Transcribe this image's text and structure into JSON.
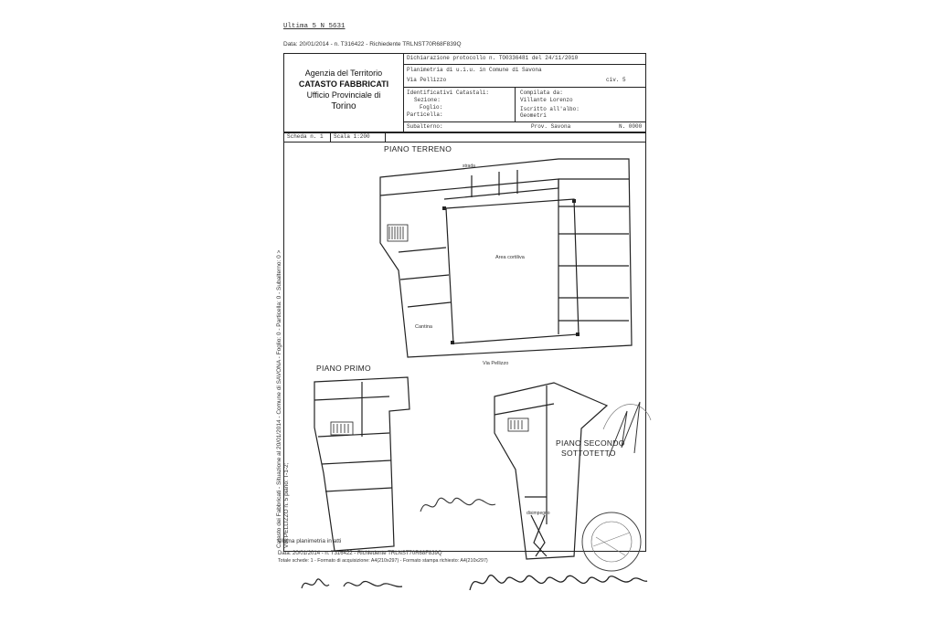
{
  "document": {
    "top_stamp_line1": "Ultima      5      N   5631",
    "top_stamp_line2": "Data: 20/01/2014 - n. T316422 - Richiedente TRLNST70R68F839Q",
    "header_office": {
      "line1": "Agenzia del Territorio",
      "line2": "CATASTO FABBRICATI",
      "line3": "Ufficio Provinciale di",
      "line4": "Torino"
    },
    "header_fields": {
      "dichiarazione": "Dichiarazione protocollo n. TO0336481  del 24/11/2010",
      "planimetria": "Planimetria di u.i.u. in Comune di Savona",
      "via": "Via Pellizzo",
      "civico": "civ. 5",
      "identificativi": "Identificativi Catastali:",
      "sezione": "Sezione:",
      "foglio": "Foglio:",
      "particella": "Particella:",
      "subalterno": "Subalterno:",
      "compilata": "Compilata da:",
      "compilatore": "Villante Lorenzo",
      "iscritto": "Iscritto all'albo:",
      "albo": "Geometri",
      "prov": "Prov. Savona",
      "n": "N. 0000"
    },
    "scheda": "Scheda n. 1",
    "scala": "Scala 1:200",
    "bottom_stamp_line1": "Data: 20/01/2014 - n. T316422 - Richiedente TRLNST70R68F839Q",
    "bottom_stamp_line2": "Ultima planimetria in atti",
    "bottom_stamp_line3": "Totale schede: 1 - Formato di acquisizione: A4(210x297) - Formato stampa richiesto: A4(210x297)",
    "side_text": "Catasto dei Fabbricati - Situazione al 20/01/2014 - Comune di SAVONA - Foglio: 0 - Particella: 0 - Subalterno: 0 >",
    "side_text2": "VIA PELLIZZO n. 5 piano: T-1-2;"
  },
  "floors": {
    "ground": "PIANO TERRENO",
    "first": "PIANO PRIMO",
    "second_line1": "PIANO SECONDO",
    "second_line2": "SOTTOTETTO"
  },
  "rooms": {
    "cortile": "Area cortiliva",
    "cantina": "Cantina",
    "strada": "Via Pellizzo",
    "via_label": "strada",
    "corridoio": "disimpegno"
  },
  "signatures": {
    "left": "signature-scribble",
    "right": "signature-scribble"
  },
  "colors": {
    "ink": "#222222",
    "paper": "#ffffff"
  }
}
